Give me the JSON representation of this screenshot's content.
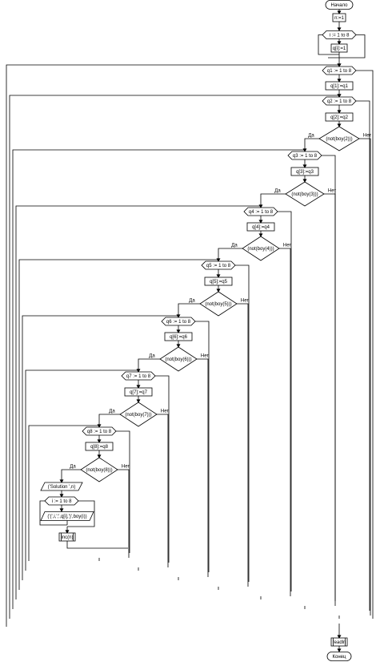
{
  "flowchart": {
    "start": "Начало",
    "end": "Конец",
    "yes": "Да",
    "no": "Нет",
    "init": "n:=1",
    "loop_i": "i := 1 to 8",
    "assign_qi": "q[i]:=1",
    "loops": [
      {
        "loop": "q1 := 1 to 8",
        "assign": "q[1]:=q1",
        "cond": ""
      },
      {
        "loop": "q2 := 1 to 8",
        "assign": "q[2]:=q2",
        "cond": "(not(boy(2)))"
      },
      {
        "loop": "q3 := 1 to 8",
        "assign": "q[3]:=q3",
        "cond": "(not(boy(3)))"
      },
      {
        "loop": "q4 := 1 to 8",
        "assign": "q[4]:=q4",
        "cond": "(not(boy(4)))"
      },
      {
        "loop": "q5 := 1 to 8",
        "assign": "q[5]:=q5",
        "cond": "(not(boy(5)))"
      },
      {
        "loop": "q6 := 1 to 8",
        "assign": "q[6]:=q6",
        "cond": "(not(boy(6)))"
      },
      {
        "loop": "q7 := 1 to 8",
        "assign": "q[7]:=q7",
        "cond": "(not(boy(7)))"
      },
      {
        "loop": "q8 := 1 to 8",
        "assign": "q[8]:=q8",
        "cond": "(not(boy(8)))"
      }
    ],
    "write_solution": "('Solution ',n)",
    "inner_loop": "i := 1 to 8",
    "write_pair": "('(',i,';',q[i],')',boy(i))",
    "inc": "inc(n)",
    "readln": "readln"
  }
}
